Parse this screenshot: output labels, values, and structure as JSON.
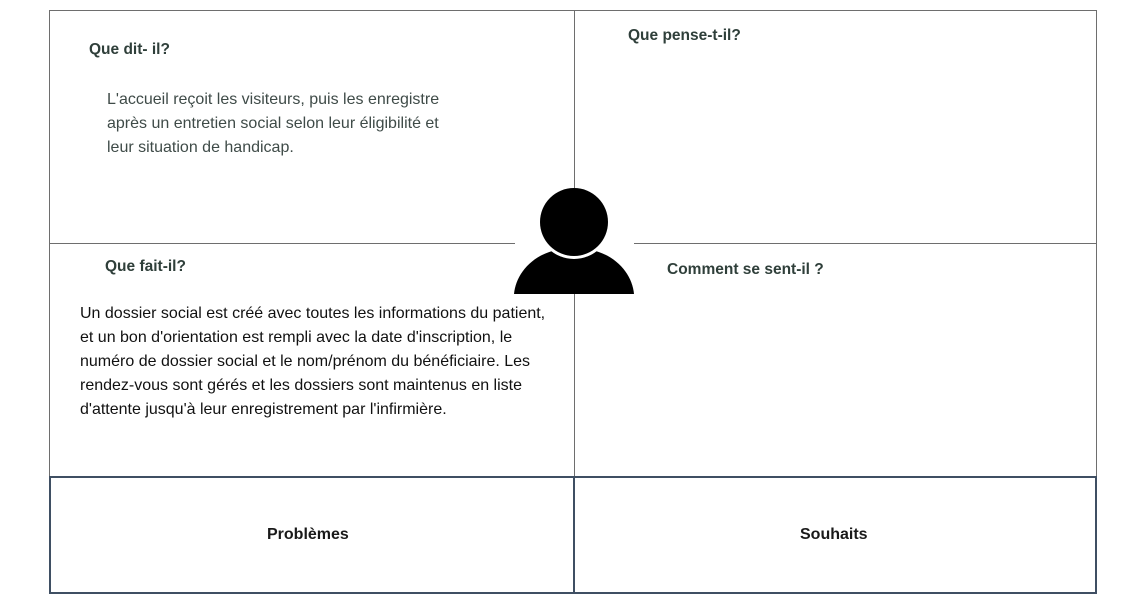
{
  "quadrants": {
    "says": {
      "title": "Que dit- il?",
      "text": "L'accueil reçoit les visiteurs, puis les enregistre après un entretien social selon leur éligibilité et leur situation de handicap."
    },
    "thinks": {
      "title": "Que pense-t-il?"
    },
    "does": {
      "title": "Que fait-il?",
      "text": "Un dossier social est créé avec toutes les informations du patient, et un bon d'orientation est rempli avec la date d'inscription, le numéro de dossier social et le nom/prénom du bénéficiaire. Les rendez-vous sont gérés et les dossiers sont maintenus en liste d'attente jusqu'à leur enregistrement par l'infirmière."
    },
    "feels": {
      "title": "Comment se sent-il ?"
    }
  },
  "bottom": {
    "problems_label": "Problèmes",
    "wishes_label": "Souhaits"
  },
  "icon": "person-icon"
}
